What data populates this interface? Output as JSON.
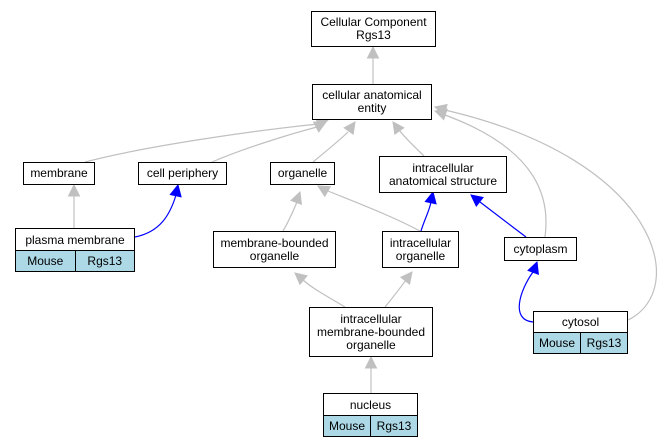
{
  "colors": {
    "is_a_edge": "#c0c0c0",
    "part_of_edge": "#0000ff",
    "annotation_fill": "#add8e6",
    "node_border": "#000000"
  },
  "nodes": {
    "root": "Cellular Component\nRgs13",
    "cae": "cellular anatomical\nentity",
    "membrane": "membrane",
    "cell_periphery": "cell periphery",
    "organelle": "organelle",
    "ias": "intracellular\nanatomical structure",
    "mbo": "membrane-bounded\norganelle",
    "io": "intracellular\norganelle",
    "cytoplasm": "cytoplasm",
    "imbo": "intracellular\nmembrane-bounded\norganelle"
  },
  "annotated_nodes": {
    "plasma_membrane": {
      "term": "plasma membrane",
      "species": "Mouse",
      "gene": "Rgs13"
    },
    "cytosol": {
      "term": "cytosol",
      "species": "Mouse",
      "gene": "Rgs13"
    },
    "nucleus": {
      "term": "nucleus",
      "species": "Mouse",
      "gene": "Rgs13"
    }
  }
}
